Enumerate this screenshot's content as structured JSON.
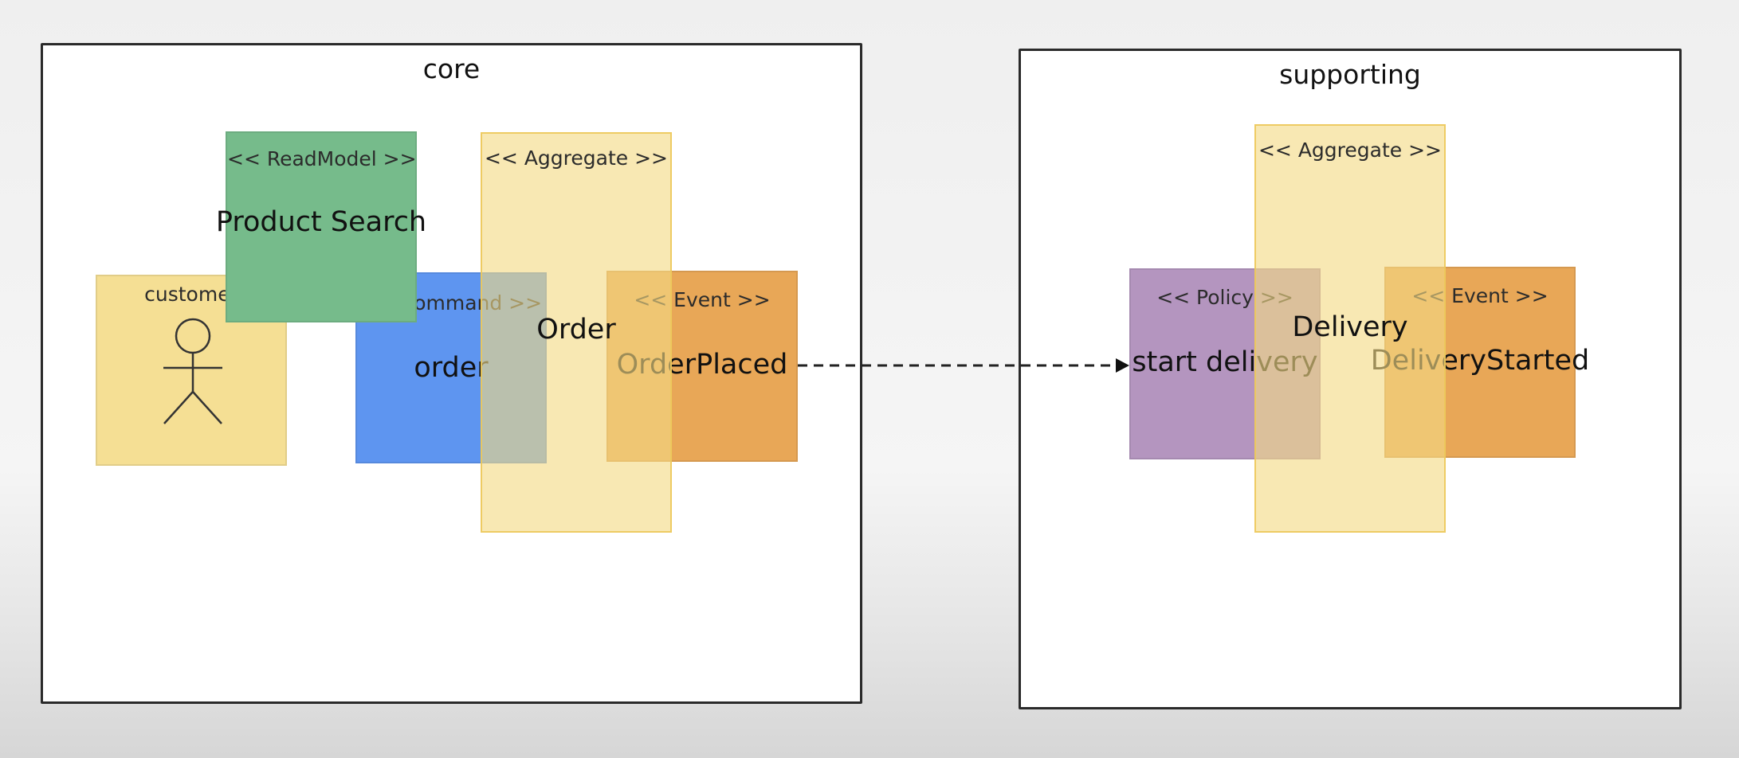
{
  "contexts": {
    "core": {
      "label": "core"
    },
    "supporting": {
      "label": "supporting"
    }
  },
  "core": {
    "actor": {
      "stereotype": "customer",
      "icon": "stick-figure-icon"
    },
    "readmodel": {
      "stereotype": "<< ReadModel >>",
      "name": "Product Search"
    },
    "command": {
      "stereotype": "<< Command >>",
      "name": "order"
    },
    "aggregate": {
      "stereotype": "<< Aggregate >>",
      "name": "Order"
    },
    "event": {
      "stereotype": "<< Event >>",
      "name": "OrderPlaced"
    }
  },
  "supporting": {
    "policy": {
      "stereotype": "<< Policy >>",
      "name": "start delivery"
    },
    "aggregate": {
      "stereotype": "<< Aggregate >>",
      "name": "Delivery"
    },
    "event": {
      "stereotype": "<< Event >>",
      "name": "DeliveryStarted"
    }
  },
  "colors": {
    "actor": "#f5df94",
    "readmodel": "#76bb8b",
    "command": "#5e95f0",
    "aggregate": "#f7e3a3",
    "event": "#e8a757",
    "policy": "#b495bf"
  }
}
